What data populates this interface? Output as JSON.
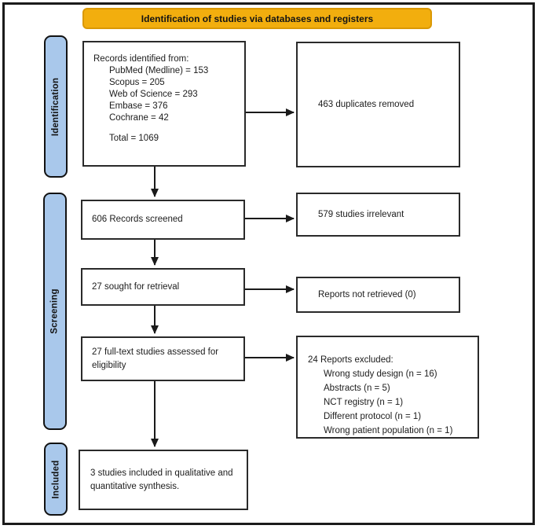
{
  "banner": {
    "label": "Identification of studies via databases and registers"
  },
  "stages": {
    "identification": "Identification",
    "screening": "Screening",
    "included": "Included"
  },
  "boxes": {
    "records": {
      "title": "Records identified from:",
      "sources": [
        "PubMed (Medline) = 153",
        "Scopus = 205",
        "Web of Science = 293",
        "Embase = 376",
        "Cochrane = 42"
      ],
      "total": "Total = 1069"
    },
    "duplicates": "463 duplicates removed",
    "screened": "606 Records screened",
    "irrelevant": "579 studies irrelevant",
    "sought": "27 sought for retrieval",
    "not_retrieved": "Reports not retrieved (0)",
    "eligibility": "27 full-text studies assessed for eligibility",
    "excluded": {
      "title": "24 Reports excluded:",
      "reasons": [
        "Wrong study design (n = 16)",
        "Abstracts (n = 5)",
        "NCT registry (n = 1)",
        "Different protocol (n = 1)",
        "Wrong patient population (n = 1)"
      ]
    },
    "included_final": "3 studies included in qualitative and quantitative synthesis."
  },
  "colors": {
    "banner_fill": "#F2AE0E",
    "banner_border": "#DA9804",
    "stage_fill": "#A9C8EB",
    "box_border": "#2A2A2A",
    "arrow": "#1A1A1A"
  }
}
